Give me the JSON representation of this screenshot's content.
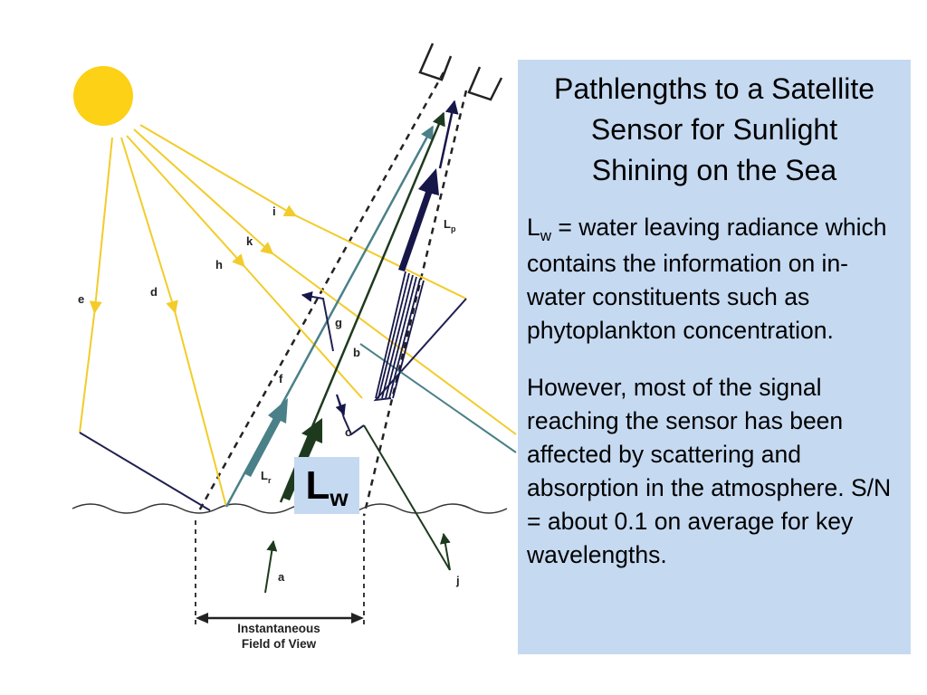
{
  "diagram": {
    "path_labels": {
      "a": "a",
      "b": "b",
      "c": "c",
      "d": "d",
      "e": "e",
      "f": "f",
      "g": "g",
      "h": "h",
      "i": "i",
      "j": "j",
      "k": "k",
      "lp_main": "L",
      "lp_sub": "p",
      "lr_main": "L",
      "lr_sub": "r"
    },
    "fov_line1": "Instantaneous",
    "fov_line2": "Field of View",
    "lw_main": "L",
    "lw_sub": "w"
  },
  "panel": {
    "title_lines": [
      "Pathlengths to a Satellite",
      "Sensor for Sunlight",
      "Shining on the Sea"
    ],
    "lw_symbol": "L",
    "lw_sub": "w",
    "lw_text": " = water leaving radiance which contains the information on in-water constituents such as phytoplankton concentration.",
    "para2": "However, most of the signal reaching the sensor has been affected by scattering and absorption in the atmosphere. S/N = about 0.1 on average for key wavelengths."
  },
  "colors": {
    "sun": "#fcd116",
    "sun_rays": "#f2cc2a",
    "water_surface": "#333333",
    "reflect_line": "#1f2050",
    "teal_path": "#4a8088",
    "green_path": "#1e3a1e",
    "navy_path": "#161748",
    "panel_bg": "#c5d9f1"
  }
}
